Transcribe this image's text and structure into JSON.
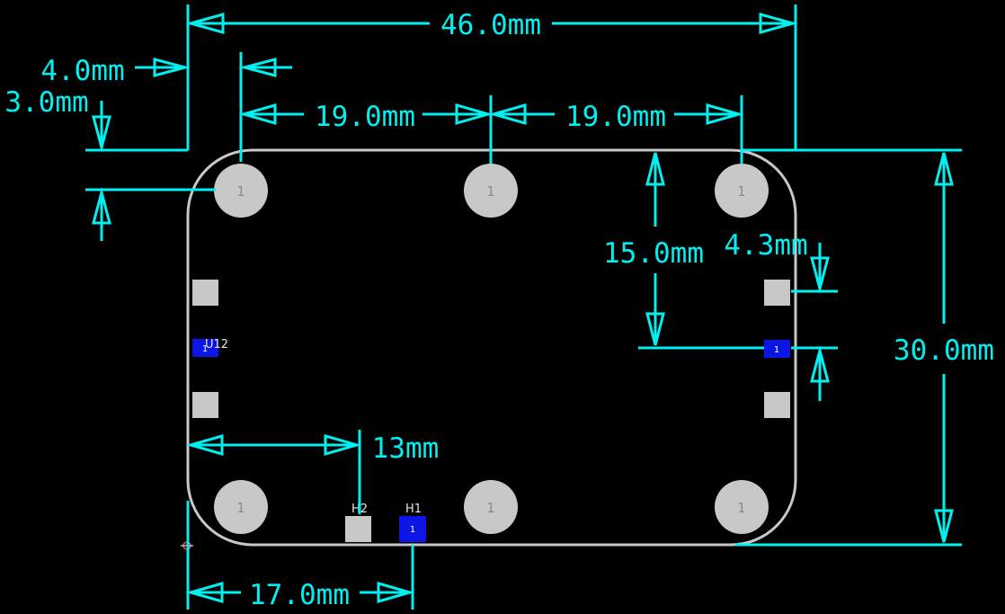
{
  "dimensions": {
    "width_total": "46.0mm",
    "inset_left": "4.0mm",
    "inset_top": "3.0mm",
    "spacing_1": "19.0mm",
    "spacing_2": "19.0mm",
    "height_15": "15.0mm",
    "offset_43": "4.3mm",
    "height_total": "30.0mm",
    "offset_13": "13mm",
    "offset_17": "17.0mm"
  },
  "pads": {
    "mounting_hole_label": "1",
    "blue_pad_label": "1"
  },
  "designators": {
    "u12": "U12",
    "h1": "H1",
    "h2": "H2"
  },
  "colors": {
    "dimension": "#00f0f0",
    "outline": "#c8c8c8",
    "pad_grey": "#c8c8c8",
    "pad_blue": "#0b16e6",
    "background": "#000000"
  }
}
